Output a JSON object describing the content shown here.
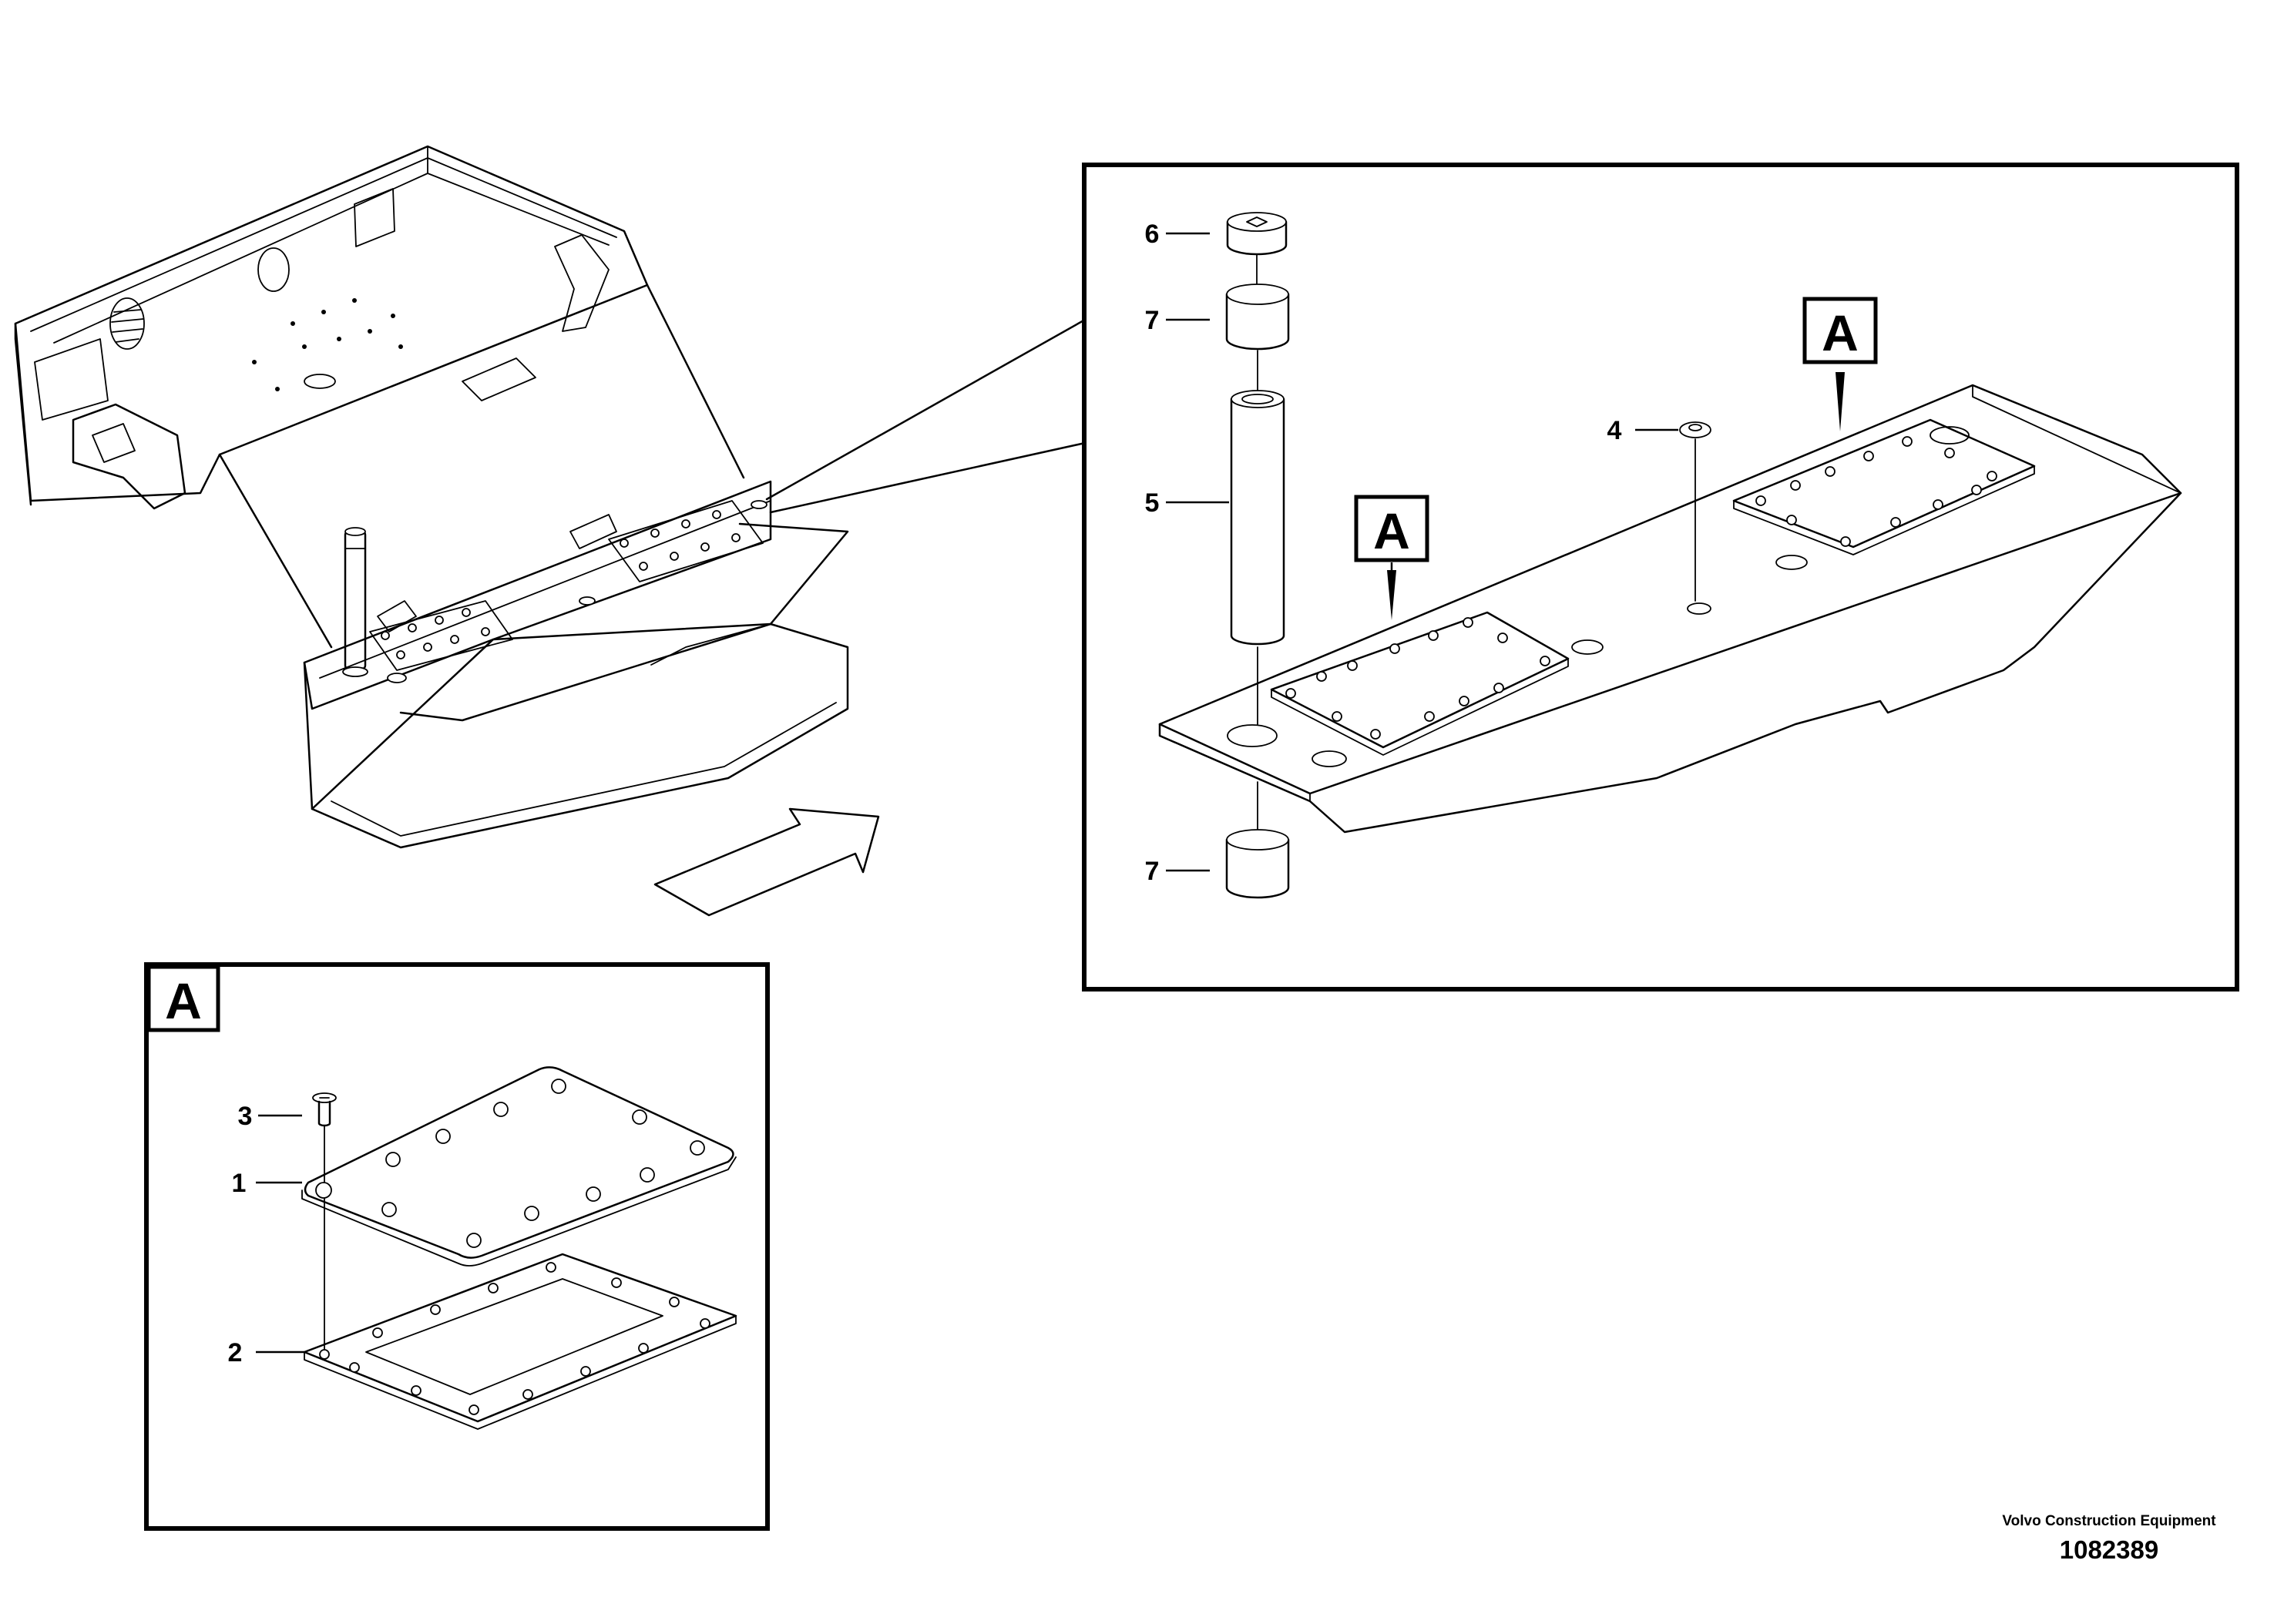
{
  "labels": {
    "detail_a": "A",
    "part_1": "1",
    "part_2": "2",
    "part_3": "3",
    "part_4": "4",
    "part_5": "5",
    "part_6": "6",
    "part_7_top": "7",
    "part_7_bottom": "7"
  },
  "footer": {
    "company": "Volvo Construction Equipment",
    "document_number": "1082389"
  }
}
